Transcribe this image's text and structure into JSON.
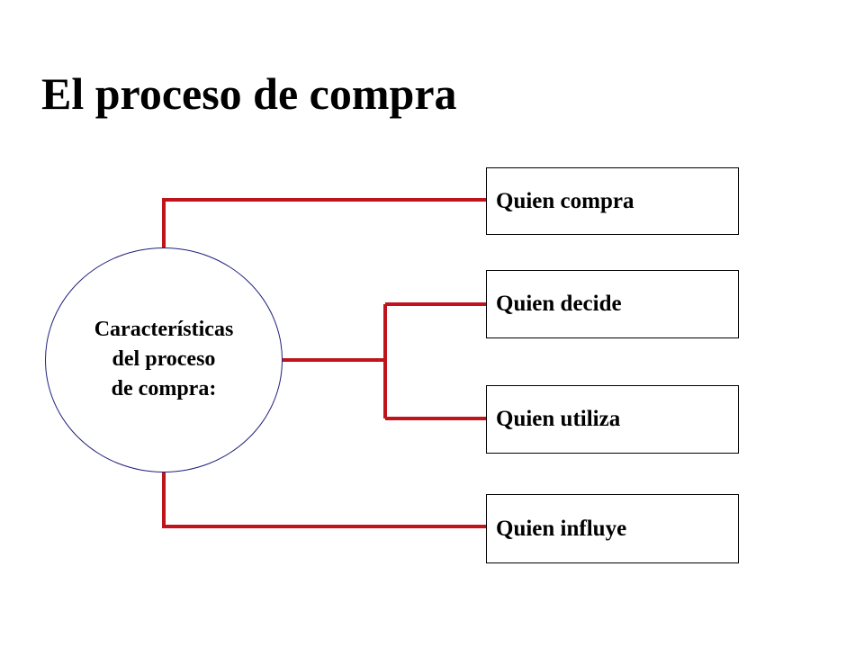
{
  "title": "El proceso de compra",
  "center": {
    "lines": [
      "Características",
      "del proceso",
      "de compra:"
    ]
  },
  "boxes": [
    {
      "label": "Quien compra"
    },
    {
      "label": "Quien decide"
    },
    {
      "label": "Quien utiliza"
    },
    {
      "label": "Quien influye"
    }
  ],
  "colors": {
    "connector": "#c0141c",
    "circle_border": "#1f1f7a",
    "box_border": "#000000"
  }
}
